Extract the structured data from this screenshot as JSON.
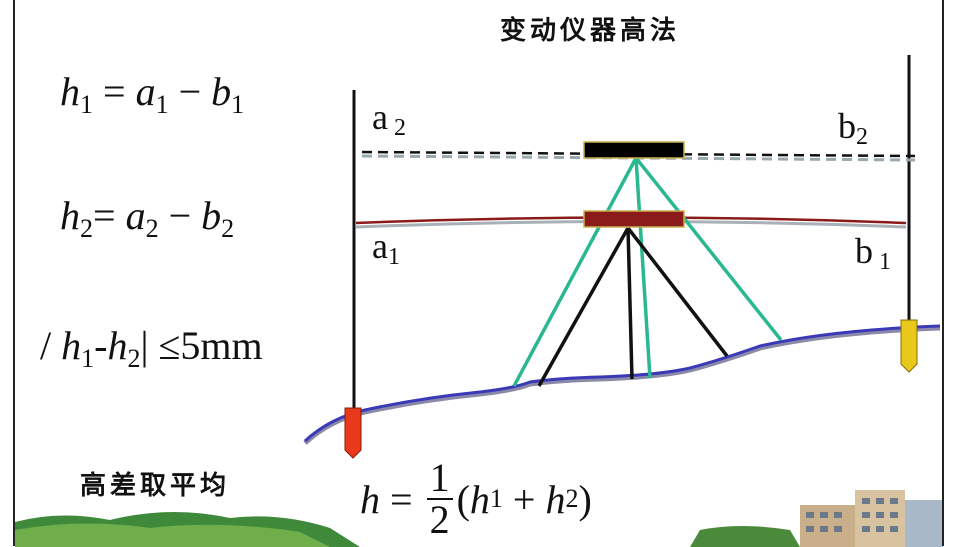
{
  "title": "变动仪器高法",
  "equations": {
    "eq1": {
      "h": "h",
      "h_sub": "1",
      "eq": " = ",
      "a": "a",
      "a_sub": "1",
      "minus": " − ",
      "b": "b",
      "b_sub": "1"
    },
    "eq2": {
      "h": "h",
      "h_sub": "2",
      "eq": "= ",
      "a": "a",
      "a_sub": "2",
      "minus": " − ",
      "b": "b",
      "b_sub": "2"
    },
    "eq3": {
      "prefix": "/ ",
      "h1": "h",
      "h1_sub": "1",
      "dash": "-",
      "h2": "h",
      "h2_sub": "2",
      "suffix": "|  ≤5mm"
    }
  },
  "labels": {
    "a2": {
      "letter": "a",
      "sub": " 2"
    },
    "b2": {
      "letter": "b",
      "sub": "2"
    },
    "a1": {
      "letter": "a",
      "sub": "1"
    },
    "b1": {
      "letter": "b",
      "sub": " 1"
    }
  },
  "bottom_label": "高差取平均",
  "average": {
    "h": "h",
    "eq": " = ",
    "num": "1",
    "den": "2",
    "open": "(",
    "h1": "h",
    "h1_sub": "1",
    "plus": " + ",
    "h2": "h",
    "h2_sub": "2",
    "close": ")"
  },
  "colors": {
    "ground": "#3a3ab8",
    "tripod_green": "#2ab890",
    "tripod_black": "#111111",
    "level_top": "#000000",
    "level_bottom": "#8b1a1a",
    "line_bottom": "#8b1a1a",
    "marker_left": "#e83a1a",
    "marker_right": "#e8c81a"
  }
}
